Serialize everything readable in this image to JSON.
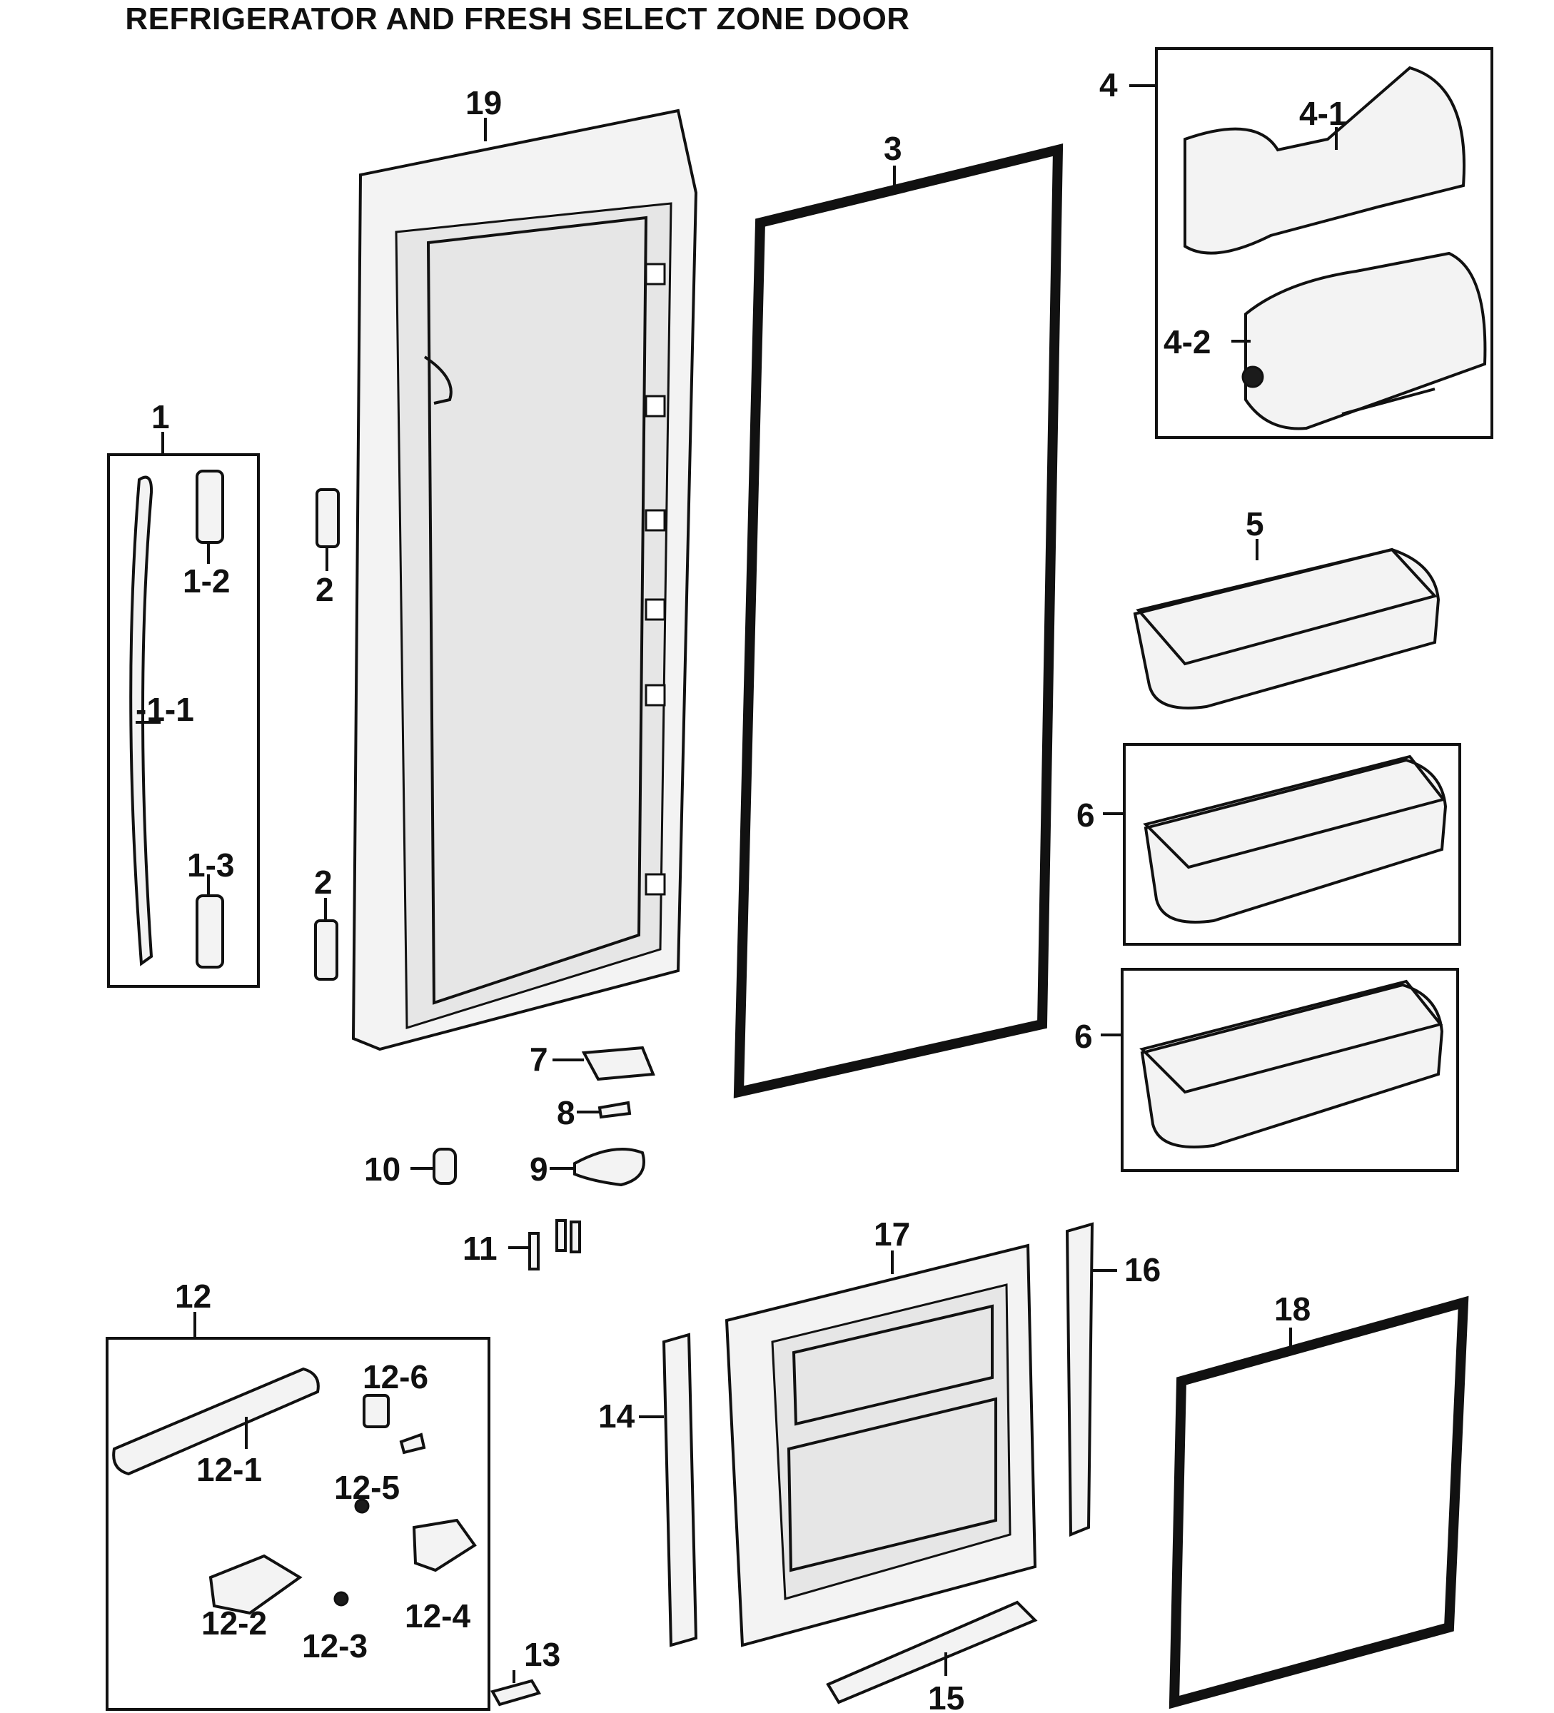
{
  "title": "REFRIGERATOR AND FRESH SELECT ZONE DOOR",
  "callouts": {
    "c1": "1",
    "c1_1": "-1-1",
    "c1_2": "1-2",
    "c1_3": "1-3",
    "c2a": "2",
    "c2b": "2",
    "c3": "3",
    "c4": "4",
    "c4_1": "4-1",
    "c4_2": "4-2",
    "c5": "5",
    "c6a": "6",
    "c6b": "6",
    "c7": "7",
    "c8": "8",
    "c9": "9",
    "c10": "10",
    "c11": "11",
    "c12": "12",
    "c12_1": "12-1",
    "c12_2": "12-2",
    "c12_3": "12-3",
    "c12_4": "12-4",
    "c12_5": "12-5",
    "c12_6": "12-6",
    "c13": "13",
    "c14": "14",
    "c15": "15",
    "c16": "16",
    "c17": "17",
    "c18": "18",
    "c19": "19"
  }
}
